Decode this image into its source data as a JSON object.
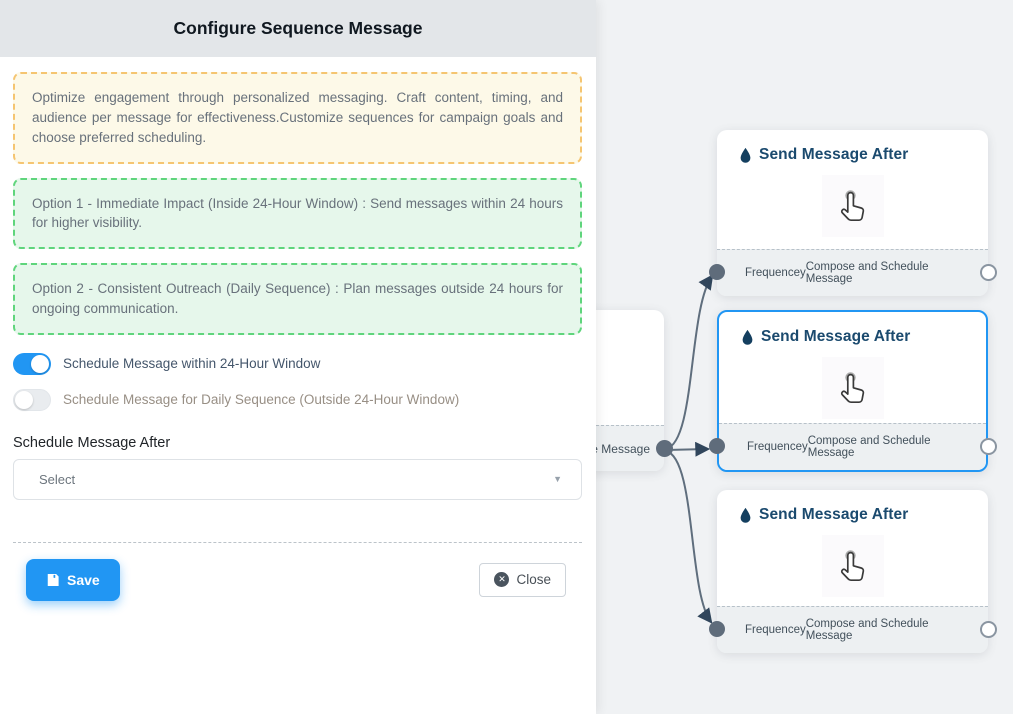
{
  "panel": {
    "header": {
      "title": "Configure Sequence Message"
    },
    "notes": {
      "intro": "Optimize engagement through personalized messaging. Craft content, timing, and audience per message for effectiveness.Customize sequences for campaign goals and choose preferred scheduling.",
      "option1": "Option 1 - Immediate Impact (Inside 24-Hour Window) : Send messages within 24 hours for higher visibility.",
      "option2": "Option 2 - Consistent Outreach (Daily Sequence) : Plan messages outside 24 hours for ongoing communication."
    },
    "toggles": [
      {
        "label": "Schedule Message within 24-Hour Window",
        "state": "on"
      },
      {
        "label": "Schedule Message for Daily Sequence (Outside 24-Hour Window)",
        "state": "off"
      }
    ],
    "schedule_select": {
      "label": "Schedule Message After",
      "value": "Select"
    },
    "actions": {
      "save": "Save",
      "close": "Close"
    }
  },
  "canvas": {
    "nodes": [
      {
        "title": "Send Message After",
        "footer_left": "Frequencey",
        "footer_right": "Compose and Schedule Message",
        "selected": false
      },
      {
        "title": "Send Message After",
        "footer_left": "Frequencey",
        "footer_right": "Compose and Schedule Message",
        "selected": true
      },
      {
        "title": "Send Message After",
        "footer_left": "Frequencey",
        "footer_right": "Compose and Schedule Message",
        "selected": false
      }
    ],
    "partial_node": {
      "footer_visible_text": "ce Message"
    }
  },
  "icons": {
    "node_title": "droplet-icon",
    "node_body": "tap-hand-icon",
    "save": "floppy-disk-icon",
    "close": "circle-x-icon",
    "select_caret": "▼"
  },
  "colors": {
    "accent_blue": "#2196f3",
    "selected_node_border": "#2196f3",
    "toggle_on": "#2196f3",
    "note_yellow_bg": "#fdf9e8",
    "note_yellow_border": "#f5c571",
    "note_green_bg": "#e6f7eb",
    "note_green_border": "#5fd57c",
    "edge_gray": "#5f6e7d",
    "arrow_dark": "#31465c",
    "node_title_color": "#1b4a6e",
    "header_bg": "#e3e6e9",
    "canvas_bg": "#f0f2f4"
  }
}
